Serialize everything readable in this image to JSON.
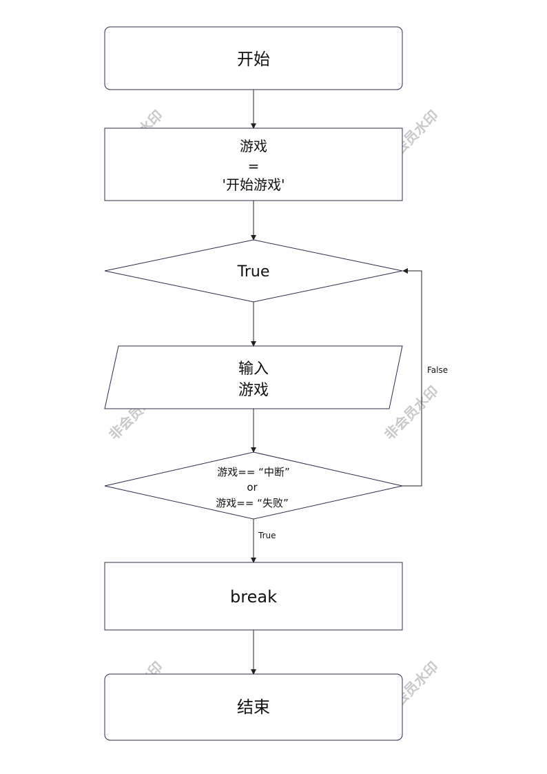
{
  "nodes": {
    "start": "开始",
    "assign": [
      "游戏",
      "=",
      "'开始游戏'"
    ],
    "loop_condition": "True",
    "input": [
      "输入",
      "游戏"
    ],
    "check": [
      "游戏== “中断”",
      "or",
      "游戏== “失败”"
    ],
    "break": "break",
    "end": "结束"
  },
  "edge_labels": {
    "false": "False",
    "true": "True"
  },
  "watermark": "非会员水印"
}
